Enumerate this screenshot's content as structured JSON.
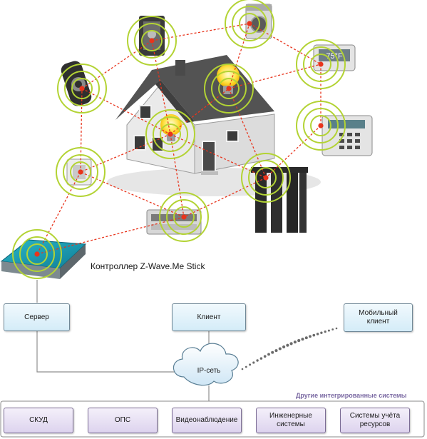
{
  "controller_label": "Контроллер Z-Wave.Me Stick",
  "nodes": {
    "server": "Сервер",
    "client": "Клиент",
    "mobile_client": "Мобильный клиент",
    "ip_network": "IP-сеть"
  },
  "thermostat_reading": "75°F",
  "integrated_systems": {
    "title": "Другие интегрированные системы",
    "items": [
      "СКУД",
      "ОПС",
      "Видеонаблюдение",
      "Инженерные системы",
      "Системы учёта ресурсов"
    ]
  },
  "colors": {
    "signal_ring": "#b3d334",
    "node_dot": "#e8341c",
    "mesh_link": "#e8341c",
    "box_fill": "#dff0fa",
    "subsystem_fill": "#e8e2f2",
    "group_title": "#7b6aa3"
  }
}
